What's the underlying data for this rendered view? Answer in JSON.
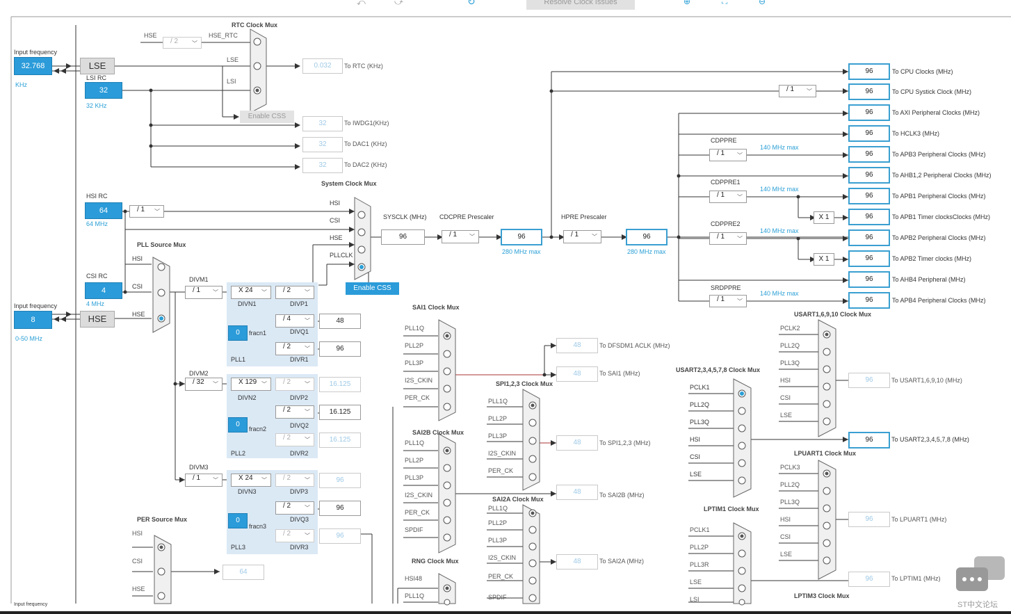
{
  "toolbar": {
    "resolve_label": "Resolve Clock Issues",
    "undo_icon": "undo-icon",
    "redo_icon": "redo-icon",
    "refresh_icon": "refresh-icon",
    "zoom_in_icon": "zoom-in-icon",
    "fit_icon": "fit-icon",
    "zoom_out_icon": "zoom-out-icon"
  },
  "left": {
    "input_freq1": "Input frequency",
    "lse_value": "32.768",
    "lse_unit": "KHz",
    "lse": "LSE",
    "lsi_rc": "LSI RC",
    "lsi_value": "32",
    "lsi_unit": "32 KHz",
    "hsi_rc": "HSI RC",
    "hsi_value": "64",
    "hsi_unit": "64 MHz",
    "csi_rc": "CSI RC",
    "csi_value": "4",
    "csi_unit": "4 MHz",
    "input_freq2": "Input frequency",
    "hse_value": "8",
    "hse_range": "0-50 MHz",
    "hse": "HSE",
    "input_freq3": "Input frequency"
  },
  "rtc": {
    "title": "RTC Clock Mux",
    "hse": "HSE",
    "div": "/ 2",
    "hse_rtc": "HSE_RTC",
    "lse": "LSE",
    "lsi": "LSI",
    "enable_css": "Enable CSS",
    "rtc_val": "0.032",
    "rtc_lbl": "To RTC (KHz)",
    "iwdg_val": "32",
    "iwdg_lbl": "To IWDG1(KHz)",
    "dac1_val": "32",
    "dac1_lbl": "To DAC1 (KHz)",
    "dac2_val": "32",
    "dac2_lbl": "To DAC2 (KHz)"
  },
  "sys": {
    "title": "System Clock Mux",
    "hsi_div": "/ 1",
    "hsi": "HSI",
    "csi": "CSI",
    "hse": "HSE",
    "pllclk": "PLLCLK",
    "enable_css": "Enable CSS",
    "sysclk_lbl": "SYSCLK (MHz)",
    "sysclk_val": "96",
    "cdcpre_lbl": "CDCPRE Prescaler",
    "cdcpre_div": "/ 1",
    "cd_val": "96",
    "cd_max": "280 MHz max",
    "hpre_lbl": "HPRE Prescaler",
    "hpre_div": "/ 1",
    "hpre_val": "96",
    "hpre_max": "280 MHz max"
  },
  "pll": {
    "src_title": "PLL Source Mux",
    "hsi": "HSI",
    "csi": "CSI",
    "hse": "HSE",
    "divm1": "DIVM1",
    "divm1_val": "/ 1",
    "divn1": "X 24",
    "divn1_lbl": "DIVN1",
    "divp1": "/ 2",
    "divp1_lbl": "DIVP1",
    "divq1": "/ 4",
    "divq1_lbl": "DIVQ1",
    "divq1_out": "48",
    "divr1": "/ 2",
    "divr1_lbl": "DIVR1",
    "divr1_out": "96",
    "fracn1_val": "0",
    "fracn1": "fracn1",
    "pll1": "PLL1",
    "divm2": "DIVM2",
    "divm2_val": "/ 32",
    "divn2": "X 129",
    "divn2_lbl": "DIVN2",
    "divp2": "/ 2",
    "divp2_lbl": "DIVP2",
    "divp2_out": "16.125",
    "divq2": "/ 2",
    "divq2_lbl": "DIVQ2",
    "divq2_out": "16.125",
    "divr2": "/ 2",
    "divr2_lbl": "DIVR2",
    "divr2_out": "16.125",
    "fracn2_val": "0",
    "fracn2": "fracn2",
    "pll2": "PLL2",
    "divm3": "DIVM3",
    "divm3_val": "/ 1",
    "divn3": "X 24",
    "divn3_lbl": "DIVN3",
    "divp3": "/ 2",
    "divp3_lbl": "DIVP3",
    "divp3_out": "96",
    "divq3": "/ 2",
    "divq3_lbl": "DIVQ3",
    "divq3_out": "96",
    "divr3": "/ 2",
    "divr3_lbl": "DIVR3",
    "divr3_out": "96",
    "fracn3_val": "0",
    "fracn3": "fracn3",
    "pll3": "PLL3"
  },
  "per": {
    "title": "PER Source Mux",
    "hsi": "HSI",
    "csi": "CSI",
    "hse": "HSE",
    "out": "64"
  },
  "outputs": [
    {
      "val": "96",
      "lbl": "To CPU Clocks (MHz)"
    },
    {
      "val": "96",
      "lbl": "To CPU Systick Clock (MHz)"
    },
    {
      "val": "96",
      "lbl": "To AXI Peripheral Clocks (MHz)"
    },
    {
      "val": "96",
      "lbl": "To HCLK3 (MHz)"
    },
    {
      "val": "96",
      "lbl": "To APB3 Peripheral Clocks (MHz)"
    },
    {
      "val": "96",
      "lbl": "To AHB1,2 Peripheral Clocks (MHz)"
    },
    {
      "val": "96",
      "lbl": "To APB1 Peripheral Clocks (MHz)"
    },
    {
      "val": "96",
      "lbl": "To APB1 Timer clocksClocks (MHz)"
    },
    {
      "val": "96",
      "lbl": "To APB2 Peripheral Clocks (MHz)"
    },
    {
      "val": "96",
      "lbl": "To APB2 Timer clocks (MHz)"
    },
    {
      "val": "96",
      "lbl": "To AHB4 Peripheral (MHz)"
    },
    {
      "val": "96",
      "lbl": "To APB4 Peripheral Clocks (MHz)"
    }
  ],
  "bus": {
    "systick_div": "/ 1",
    "cdppre": "CDPPRE",
    "cdppre_div": "/ 1",
    "max1": "140 MHz max",
    "cdppre1": "CDPPRE1",
    "cdppre1_div": "/ 1",
    "max2": "140 MHz max",
    "x1a": "X 1",
    "cdppre2": "CDPPRE2",
    "cdppre2_div": "/ 1",
    "max3": "140 MHz max",
    "x1b": "X 1",
    "srdppre": "SRDPPRE",
    "srdppre_div": "/ 1",
    "max4": "140 MHz max"
  },
  "sai1": {
    "title": "SAI1 Clock Mux",
    "in": [
      "PLL1Q",
      "PLL2P",
      "PLL3P",
      "I2S_CKIN",
      "PER_CK"
    ],
    "dfsdm_val": "48",
    "dfsdm_lbl": "To DFSDM1 ACLK (MHz)",
    "sai1_val": "48",
    "sai1_lbl": "To SAI1 (MHz)"
  },
  "spi": {
    "title": "SPI1,2,3 Clock Mux",
    "in": [
      "PLL1Q",
      "PLL2P",
      "PLL3P",
      "I2S_CKIN",
      "PER_CK"
    ],
    "val": "48",
    "lbl": "To SPI1,2,3 (MHz)"
  },
  "sai2b": {
    "title": "SAI2B Clock Mux",
    "in": [
      "PLL1Q",
      "PLL2P",
      "PLL3P",
      "I2S_CKIN",
      "PER_CK",
      "SPDIF"
    ],
    "val": "48",
    "lbl": "To SAI2B (MHz)"
  },
  "sai2a": {
    "title": "SAI2A Clock Mux",
    "in": [
      "PLL1Q",
      "PLL2P",
      "PLL3P",
      "I2S_CKIN",
      "PER_CK",
      "SPDIF"
    ],
    "val": "48",
    "lbl": "To SAI2A (MHz)"
  },
  "rng": {
    "title": "RNG Clock Mux",
    "in": [
      "HSI48",
      "PLL1Q"
    ]
  },
  "usart16": {
    "title": "USART1,6,9,10 Clock Mux",
    "in": [
      "PCLK2",
      "PLL2Q",
      "PLL3Q",
      "HSI",
      "CSI",
      "LSE"
    ],
    "val": "96",
    "lbl": "To USART1,6,9,10 (MHz)"
  },
  "usart2": {
    "title": "USART2,3,4,5,7,8 Clock Mux",
    "in": [
      "PCLK1",
      "PLL2Q",
      "PLL3Q",
      "HSI",
      "CSI",
      "LSE"
    ],
    "val": "96",
    "lbl": "To USART2,3,4,5,7,8 (MHz)"
  },
  "lpuart": {
    "title": "LPUART1 Clock Mux",
    "in": [
      "PCLK3",
      "PLL2Q",
      "PLL3Q",
      "HSI",
      "CSI",
      "LSE"
    ],
    "val": "96",
    "lbl": "To LPUART1 (MHz)"
  },
  "lptim1": {
    "title": "LPTIM1 Clock Mux",
    "in": [
      "PCLK1",
      "PLL2P",
      "PLL3R",
      "LSE",
      "LSI"
    ],
    "val": "96",
    "lbl": "To LPTIM1 (MHz)"
  },
  "lptim3": {
    "title": "LPTIM3 Clock Mux"
  },
  "watermark": "ST中文论坛"
}
